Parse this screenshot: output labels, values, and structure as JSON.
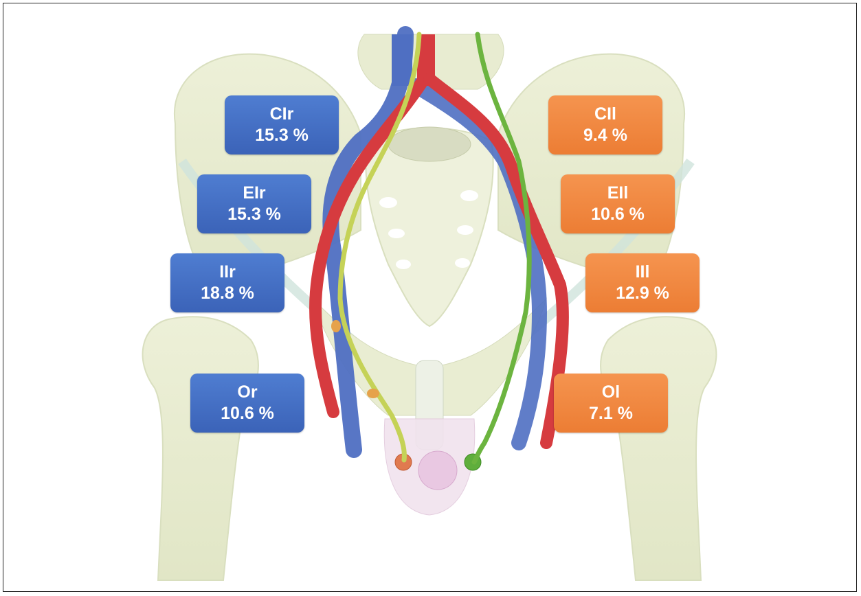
{
  "labels_right": [
    {
      "code": "CIr",
      "percent": "15.3 %"
    },
    {
      "code": "EIr",
      "percent": "15.3 %"
    },
    {
      "code": "IIr",
      "percent": "18.8 %"
    },
    {
      "code": "Or",
      "percent": "10.6 %"
    }
  ],
  "labels_left": [
    {
      "code": "CIl",
      "percent": "9.4 %"
    },
    {
      "code": "EIl",
      "percent": "10.6 %"
    },
    {
      "code": "IIl",
      "percent": "12.9 %"
    },
    {
      "code": "Ol",
      "percent": "7.1 %"
    }
  ],
  "colors": {
    "right_side_box": "#4670c8",
    "left_side_box": "#f08a42",
    "bone": "#e6ebcf",
    "artery": "#d73a3f",
    "vein": "#4c6cbf",
    "vas_deferens_right": "#c9d45a",
    "vas_deferens_left": "#6cb43f"
  }
}
